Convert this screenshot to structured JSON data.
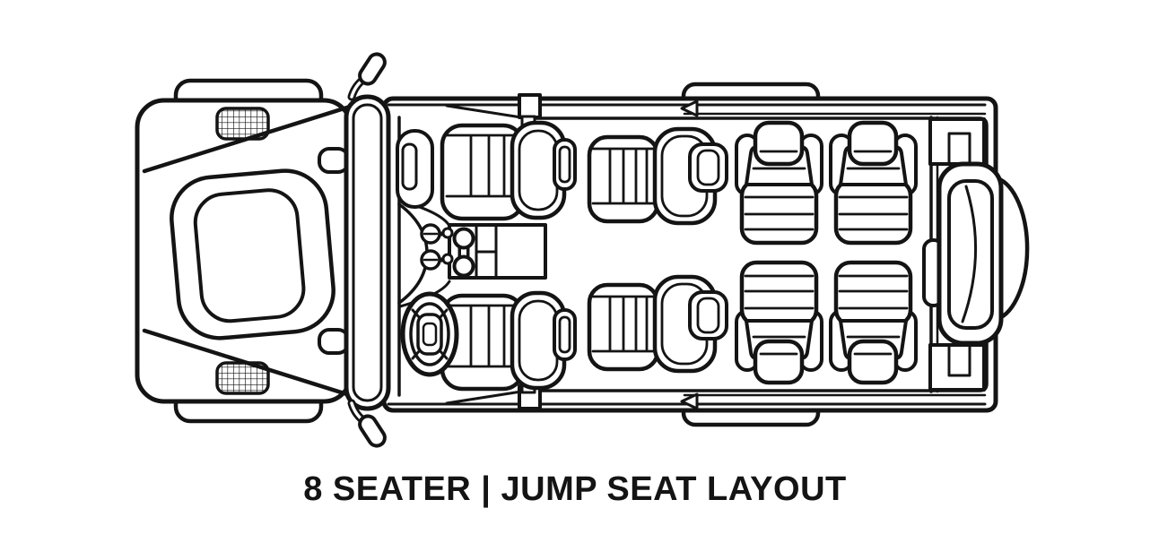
{
  "title": "8 SEATER | JUMP SEAT LAYOUT",
  "colors": {
    "line": "#141414",
    "background": "#ffffff",
    "text": "#141414"
  },
  "diagram": {
    "type": "vehicle-seat-layout",
    "view": "top-down",
    "vehicle": "van",
    "seat_count": 8,
    "layout_name": "Jump Seat Layout",
    "seats": [
      {
        "id": "front-passenger",
        "row": 1,
        "position": "top",
        "type": "captain-chair",
        "facing": "forward"
      },
      {
        "id": "driver",
        "row": 1,
        "position": "bottom",
        "type": "captain-chair",
        "facing": "forward",
        "note": "steering wheel in front"
      },
      {
        "id": "row2-top",
        "row": 2,
        "position": "top",
        "type": "captain-chair",
        "facing": "forward"
      },
      {
        "id": "row2-bottom",
        "row": 2,
        "position": "bottom",
        "type": "captain-chair",
        "facing": "forward"
      },
      {
        "id": "jump-front-top",
        "row": 3,
        "position": "top-left",
        "type": "jump-seat",
        "facing": "inward"
      },
      {
        "id": "jump-rear-top",
        "row": 3,
        "position": "top-right",
        "type": "jump-seat",
        "facing": "inward"
      },
      {
        "id": "jump-front-bottom",
        "row": 3,
        "position": "bottom-left",
        "type": "jump-seat",
        "facing": "inward"
      },
      {
        "id": "jump-rear-bottom",
        "row": 3,
        "position": "bottom-right",
        "type": "jump-seat",
        "facing": "inward"
      }
    ],
    "visible_features": [
      "hood",
      "headlights",
      "front-wheels",
      "rear-wheels",
      "windshield",
      "side-mirrors",
      "dashboard",
      "steering-wheel",
      "center-console",
      "gear-shifter",
      "control-knobs",
      "b-pillars",
      "sliding-door-rails",
      "rear-trim-panels",
      "rear-door",
      "rear-window",
      "spare-tire"
    ]
  }
}
